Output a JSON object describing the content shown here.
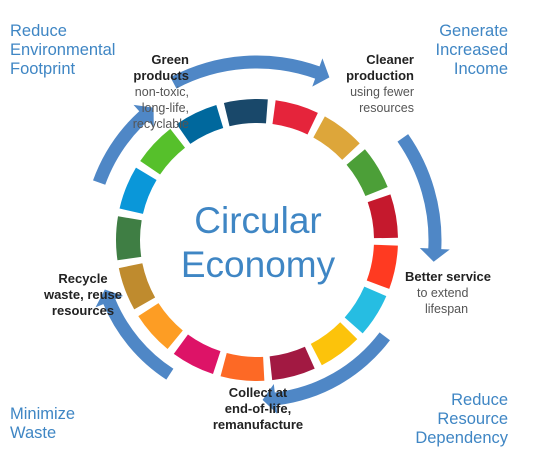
{
  "center_title": [
    "Circular",
    "Economy"
  ],
  "outcomes": {
    "top_left": [
      "Reduce",
      "Environmental",
      "Footprint"
    ],
    "top_right": [
      "Generate",
      "Increased",
      "Income"
    ],
    "bottom_left": [
      "Minimize",
      "Waste"
    ],
    "bottom_right": [
      "Reduce",
      "Resource",
      "Dependency"
    ]
  },
  "stages": {
    "green_products": {
      "title": [
        "Green",
        "products"
      ],
      "detail": [
        "non-toxic,",
        "long-life,",
        "recyclable"
      ]
    },
    "cleaner_production": {
      "title": [
        "Cleaner",
        "production"
      ],
      "detail": [
        "using fewer",
        "resources"
      ]
    },
    "better_service": {
      "title": [
        "Better service"
      ],
      "detail": [
        "to extend",
        "lifespan"
      ]
    },
    "collect": {
      "title": [
        "Collect at",
        "end-of-life,",
        "remanufacture"
      ],
      "detail": []
    },
    "recycle": {
      "title": [
        "Recycle",
        "waste, reuse",
        "resources"
      ],
      "detail": []
    }
  },
  "colors": {
    "arrow": "#4f87c6",
    "title": "#3f86c4",
    "segments": [
      "#e5243b",
      "#dda63a",
      "#4c9f38",
      "#c5192d",
      "#ff3a21",
      "#26bde2",
      "#fcc30b",
      "#a21942",
      "#fd6925",
      "#dd1367",
      "#fd9d24",
      "#bf8b2e",
      "#3f7e44",
      "#0a97d9",
      "#56c02b",
      "#00689d",
      "#19486a"
    ]
  }
}
